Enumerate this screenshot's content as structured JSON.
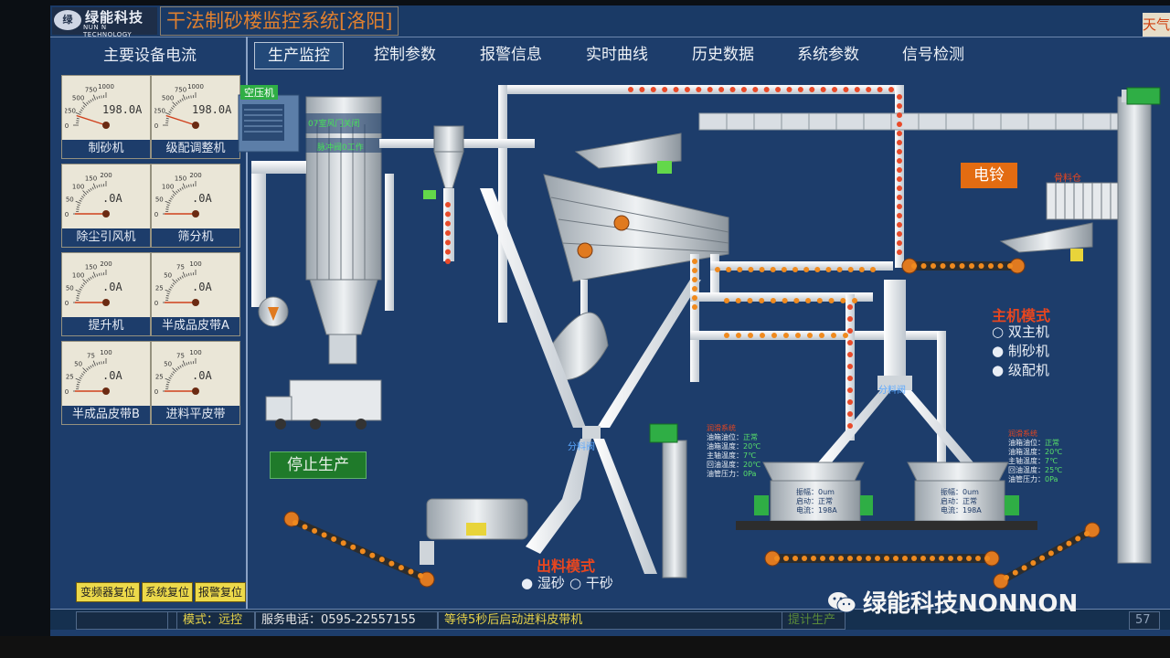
{
  "header": {
    "logo_cn": "绿能科技",
    "logo_en": "NUN N TECHNOLOGY",
    "system_title": "干法制砂楼监控系统[洛阳]",
    "top_right": "天气"
  },
  "tabs": [
    {
      "label": "生产监控",
      "active": true
    },
    {
      "label": "控制参数",
      "active": false
    },
    {
      "label": "报警信息",
      "active": false
    },
    {
      "label": "实时曲线",
      "active": false
    },
    {
      "label": "历史数据",
      "active": false
    },
    {
      "label": "系统参数",
      "active": false
    },
    {
      "label": "信号检测",
      "active": false
    }
  ],
  "left_panel": {
    "title": "主要设备电流",
    "meters": [
      {
        "name": "制砂机",
        "reading": "198.0A",
        "scale": [
          "0",
          "250",
          "500",
          "750",
          "1000"
        ],
        "fraction": 0.2
      },
      {
        "name": "级配调整机",
        "reading": "198.0A",
        "scale": [
          "0",
          "250",
          "500",
          "750",
          "1000"
        ],
        "fraction": 0.2
      },
      {
        "name": "除尘引风机",
        "reading": ".0A",
        "scale": [
          "0",
          "50",
          "100",
          "150",
          "200"
        ],
        "fraction": 0
      },
      {
        "name": "筛分机",
        "reading": ".0A",
        "scale": [
          "0",
          "50",
          "100",
          "150",
          "200"
        ],
        "fraction": 0
      },
      {
        "name": "提升机",
        "reading": ".0A",
        "scale": [
          "0",
          "50",
          "100",
          "150",
          "200"
        ],
        "fraction": 0
      },
      {
        "name": "半成品皮带A",
        "reading": ".0A",
        "scale": [
          "0",
          "25",
          "50",
          "75",
          "100"
        ],
        "fraction": 0
      },
      {
        "name": "半成品皮带B",
        "reading": ".0A",
        "scale": [
          "0",
          "25",
          "50",
          "75",
          "100"
        ],
        "fraction": 0
      },
      {
        "name": "进料平皮带",
        "reading": ".0A",
        "scale": [
          "0",
          "25",
          "50",
          "75",
          "100"
        ],
        "fraction": 0
      }
    ],
    "stop_button": "停止生产",
    "reset_buttons": [
      "变频器复位",
      "系统复位",
      "报警复位"
    ]
  },
  "diagram": {
    "air_compressor": "空压机",
    "door_status": "07室风门关闭",
    "pulse_status": "脉冲阀0工作",
    "bell_button": "电铃",
    "aggregate_bin": "骨料仓",
    "splitter_label": "分料阀",
    "host_mode": {
      "title": "主机模式",
      "options": [
        {
          "label": "双主机",
          "selected": false
        },
        {
          "label": "制砂机",
          "selected": true
        },
        {
          "label": "级配机",
          "selected": true
        }
      ]
    },
    "discharge_mode": {
      "title": "出料模式",
      "options": [
        {
          "label": "湿砂",
          "selected": true
        },
        {
          "label": "干砂",
          "selected": false
        }
      ]
    },
    "lube_system_left": {
      "title": "润滑系统",
      "rows": [
        {
          "k": "油箱油位：",
          "v": "正常"
        },
        {
          "k": "油箱温度：",
          "v": "20℃"
        },
        {
          "k": "主轴温度：",
          "v": "7℃"
        },
        {
          "k": "回油温度：",
          "v": "20℃"
        },
        {
          "k": "油管压力：",
          "v": "0Pa"
        }
      ]
    },
    "lube_system_right": {
      "title": "润滑系统",
      "rows": [
        {
          "k": "油箱油位：",
          "v": "正常"
        },
        {
          "k": "油箱温度：",
          "v": "20℃"
        },
        {
          "k": "主轴温度：",
          "v": "7℃"
        },
        {
          "k": "回油温度：",
          "v": "25℃"
        },
        {
          "k": "油管压力：",
          "v": "0Pa"
        }
      ]
    },
    "crusher_left": {
      "amplitude": "振幅：0um",
      "start": "启动：正常",
      "current": "电流：198A"
    },
    "crusher_right": {
      "amplitude": "振幅：0um",
      "start": "启动：正常",
      "current": "电流：198A"
    }
  },
  "status_bar": {
    "left_blank": "",
    "mode": "模式：远控",
    "phone": "服务电话：0595-22557155",
    "message": "等待5秒后启动进料皮带机",
    "right_partial": "提计生产",
    "right_num": "57"
  },
  "watermark": "绿能科技NONNON",
  "colors": {
    "background": "#1d3d6b",
    "pipe": "#e8ecef",
    "flow_dot": "#f08a1e",
    "flow_dot_red": "#e84a2a",
    "accent_orange": "#e36c12",
    "button_green": "#1f7a2a",
    "button_yellow": "#ecd94a"
  }
}
